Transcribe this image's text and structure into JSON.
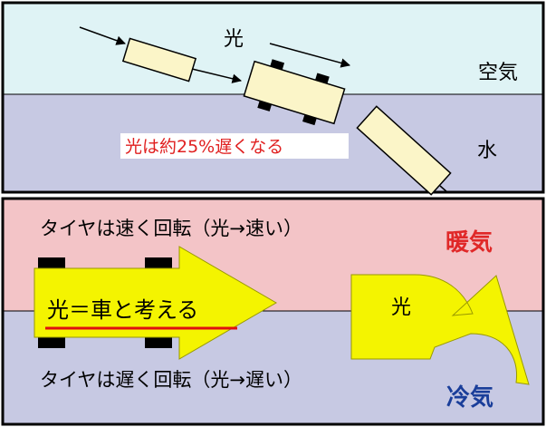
{
  "top_panel": {
    "light_label": "光",
    "air_label": "空気",
    "water_label": "水",
    "slowdown_note": "光は約25%遅くなる"
  },
  "bottom_panel": {
    "fast_tire_text": "タイヤは速く回転（光→速い）",
    "warm_air_label": "暖気",
    "analogy_text": "光＝車と考える",
    "light_label": "光",
    "slow_tire_text": "タイヤは遅く回転（光→遅い）",
    "cold_air_label": "冷気"
  },
  "colors": {
    "air": "#dff3f5",
    "water": "#c7c9e3",
    "warm": "#f3c4c7",
    "cold": "#c7c9e3",
    "light_body": "#fbf5c8",
    "arrow_yellow": "#f4f400",
    "warm_text": "#e02828",
    "cold_text": "#1a3e9a",
    "note_text": "#e02020",
    "underline": "#e01010"
  }
}
